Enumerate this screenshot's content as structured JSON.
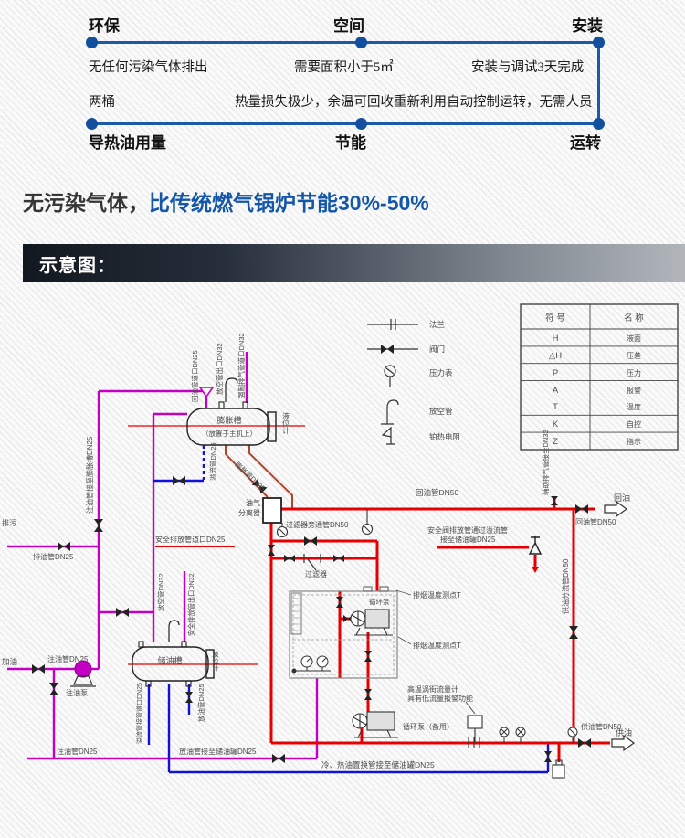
{
  "timeline": {
    "top": [
      {
        "title": "环保",
        "desc": "无任何污染气体排出"
      },
      {
        "title": "空间",
        "desc": "需要面积小于5㎡"
      },
      {
        "title": "安装",
        "desc": "安装与调试3天完成"
      }
    ],
    "bottom": [
      {
        "title": "导热油用量",
        "desc": "两桶"
      },
      {
        "title": "节能",
        "desc": "热量损失极少，余温可回收重新利用"
      },
      {
        "title": "运转",
        "desc": "自动控制运转，无需人员"
      }
    ]
  },
  "headline": {
    "dark": "无污染气体，",
    "blue": "比传统燃气锅炉节能30%-50%"
  },
  "section_title": "示意图：",
  "colors": {
    "accent_blue": "#1456a8",
    "pipe_magenta": "#c400c4",
    "pipe_blue": "#1111d8",
    "pipe_red": "#e60000",
    "pipe_brown": "#b0452c"
  },
  "legend_symbols": {
    "flange": "法兰",
    "valve": "阀门",
    "gauge": "压力表",
    "vent": "放空管",
    "rtd": "铂热电阻"
  },
  "legend_table": {
    "header_symbol": "符  号",
    "header_name": "名  称",
    "rows": [
      {
        "symbol": "H",
        "name": "液面"
      },
      {
        "symbol": "△H",
        "name": "压差"
      },
      {
        "symbol": "P",
        "name": "压力"
      },
      {
        "symbol": "A",
        "name": "报警"
      },
      {
        "symbol": "T",
        "name": "温度"
      },
      {
        "symbol": "K",
        "name": "自控"
      },
      {
        "symbol": "Z",
        "name": "指示"
      }
    ]
  },
  "diagram": {
    "labels": {
      "fill_to_expansion": "注油管接至膨胀槽DN25",
      "return_port": "回油管道口DN25",
      "vent_outlet": "放空管出口DN32",
      "forced_exhaust": "强制排气管道口DN32",
      "expansion_tank": "膨胀槽",
      "expansion_tank_note": "（放置于主机上）",
      "level_gauge_1": "液位计",
      "overflow_pipe": "溢流管DN25",
      "expansion_pipe": "膨胀管DN25",
      "separator_l1": "油气",
      "separator_l2": "分离器",
      "drain_sewage": "排污",
      "drain_oil_pipe": "排油管DN25",
      "safety_discharge_port": "安全排放管道口DN25",
      "vent_pipe_32": "放空管DN32",
      "safety_discharge_outlet": "安全排放管出口DN32",
      "add_oil": "加油",
      "fill_pipe": "注油管DN25",
      "fill_pump": "注油泵",
      "storage_tank": "储油槽",
      "level_gauge_2": "液位计",
      "overflow_connect_port": "溢流管接管道口DN25",
      "drain_pipe_25": "放油管DN25",
      "fill_pipe_bottom": "注油管DN25",
      "drain_to_storage": "放油管接至储油罐DN25",
      "cold_hot_exchange": "冷、热油置换管接至储油罐DN25",
      "filter_bypass": "过滤器旁通管DN50",
      "filter": "过滤器",
      "return_pipe_50a": "回油管DN50",
      "aux_exhaust": "辅助排气管接至DN32",
      "return_label": "回油",
      "return_pipe_50b": "回油管DN50",
      "safety_valve_l1": "安全阀排放管通过溢流管",
      "safety_valve_l2": "接至储油罐DN25",
      "supply_branch": "供油分流管DN50",
      "flue_temp_1": "排烟温度测点T",
      "flue_temp_2": "排烟温度测点T",
      "circ_pump": "循环泵",
      "circ_pump_backup": "循环泵（备用）",
      "flowmeter_l1": "高温涡街流量计",
      "flowmeter_l2": "具有低流量报警功能",
      "supply_pipe_50": "供油管DN50",
      "supply_label": "供油"
    }
  }
}
